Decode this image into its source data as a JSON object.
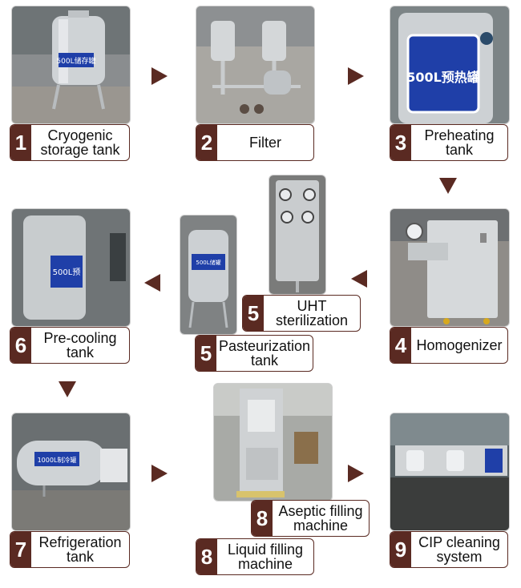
{
  "colors": {
    "accent": "#5a2a22",
    "tank_label": "#1f3fa8"
  },
  "steps": [
    {
      "num": "1",
      "label": "Cryogenic storage tank",
      "tank_text": "500L储存罐"
    },
    {
      "num": "2",
      "label": "Filter"
    },
    {
      "num": "3",
      "label": "Preheating tank",
      "tank_text": "500L预热罐"
    },
    {
      "num": "4",
      "label": "Homogenizer"
    },
    {
      "num": "5",
      "label": "UHT sterilization"
    },
    {
      "num": "5",
      "label": "Pasteurization tank",
      "tank_text": "500L储罐"
    },
    {
      "num": "6",
      "label": "Pre-cooling tank",
      "tank_text": "500L预"
    },
    {
      "num": "7",
      "label": "Refrigeration tank",
      "tank_text": "1000L制冷罐"
    },
    {
      "num": "8",
      "label": "Aseptic filling machine"
    },
    {
      "num": "8",
      "label": "Liquid filling machine"
    },
    {
      "num": "9",
      "label": "CIP cleaning system"
    }
  ],
  "arrows": [
    "right-icon",
    "right-icon",
    "down-icon",
    "left-icon",
    "left-icon",
    "down-icon",
    "right-icon",
    "right-icon"
  ]
}
